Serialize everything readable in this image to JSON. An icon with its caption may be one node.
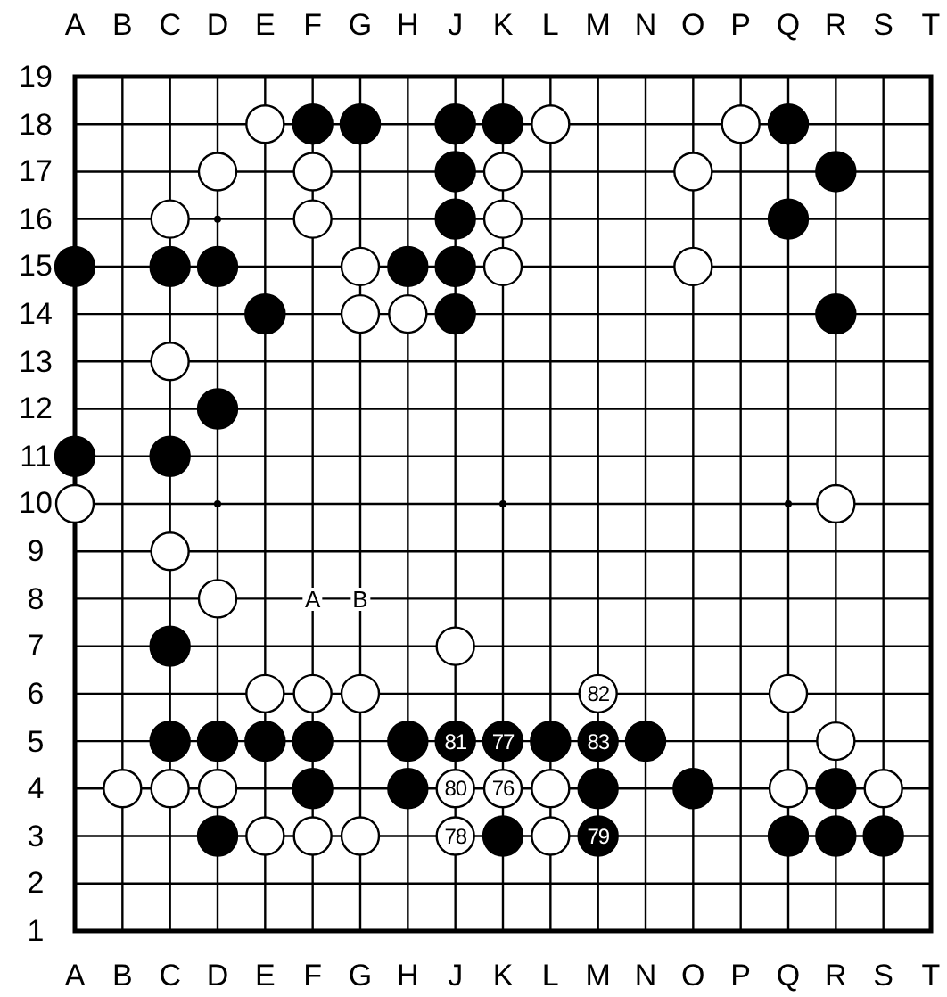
{
  "diagram": {
    "labels": [
      "A",
      "B",
      "C",
      "D",
      "E",
      "F",
      "G",
      "H",
      "J",
      "K",
      "L",
      "M",
      "N",
      "O",
      "P",
      "Q",
      "R",
      "S",
      "T",
      "19",
      "18",
      "17",
      "16",
      "15",
      "14",
      "13",
      "12",
      "11",
      "10",
      "9",
      "8",
      "A",
      "B",
      "7",
      "6",
      "82",
      "5",
      "81",
      "77",
      "83",
      "4",
      "80",
      "76",
      "3",
      "78",
      "79",
      "2",
      "1",
      "A",
      "B",
      "C",
      "D",
      "E",
      "F",
      "G",
      "H",
      "J",
      "K",
      "L",
      "M",
      "N",
      "O",
      "P",
      "Q",
      "R",
      "S",
      "T"
    ]
  }
}
